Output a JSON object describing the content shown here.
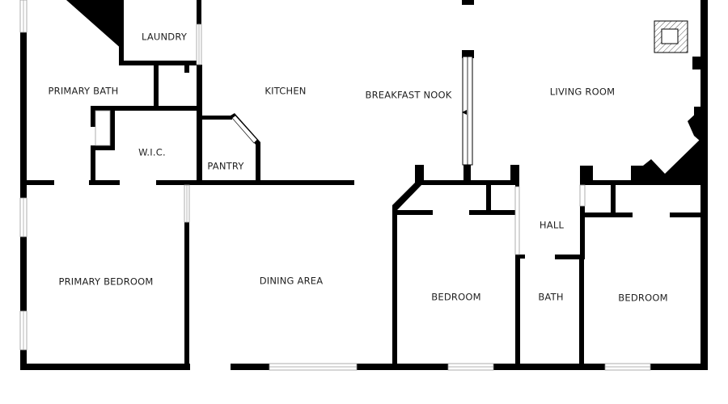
{
  "colors": {
    "wall": "#000000",
    "background": "#ffffff",
    "label": "#222222",
    "window": "#9a9a9a"
  },
  "rooms": {
    "laundry": "LAUNDRY",
    "primary_bath": "PRIMARY BATH",
    "kitchen": "KITCHEN",
    "breakfast_nook": "BREAKFAST NOOK",
    "living_room": "LIVING ROOM",
    "wic": "W.I.C.",
    "pantry": "PANTRY",
    "hall": "HALL",
    "primary_bedroom": "PRIMARY BEDROOM",
    "dining_area": "DINING AREA",
    "bedroom_1": "BEDROOM",
    "bath": "BATH",
    "bedroom_2": "BEDROOM"
  },
  "icons": {
    "fireplace": "fireplace-icon"
  }
}
